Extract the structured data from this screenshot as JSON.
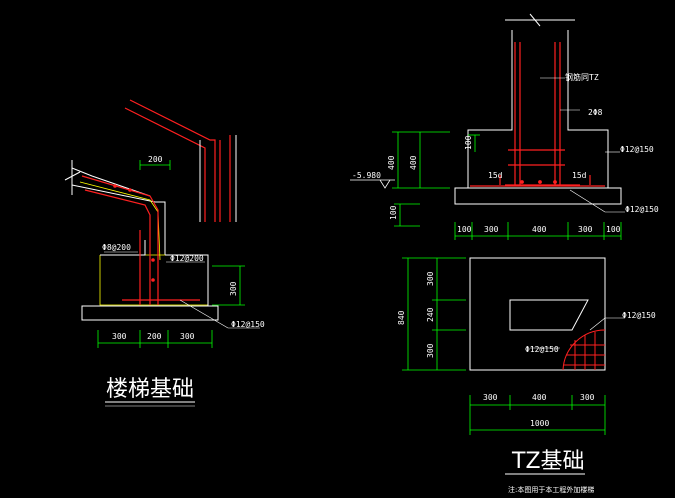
{
  "colors": {
    "background": "#000000",
    "outline": "#ffffff",
    "rebar": "#ff2020",
    "dimension": "#00ff00",
    "hatch": "#ffff00",
    "text": "#ffffff"
  },
  "left_detail": {
    "title": "楼梯基础",
    "dims": {
      "top_width": "200",
      "height_right": "300",
      "bottom_1": "300",
      "bottom_2": "200",
      "bottom_3": "300"
    },
    "labels": {
      "stirrup": "Φ8@200",
      "bar_top": "Φ12@200",
      "bar_bottom": "Φ12@150"
    }
  },
  "right_section": {
    "labels": {
      "column": "钢筋同TZ",
      "tie": "2Φ8",
      "bar_right": "Φ12@150",
      "bar_bottom": "Φ12@150",
      "anchor_left": "15d",
      "anchor_right": "15d",
      "elevation": "-5.980"
    },
    "dims": {
      "v_100a": "100",
      "v_400a": "400",
      "v_400b": "400",
      "v_100b": "100",
      "b1": "100",
      "b2": "300",
      "b3": "400",
      "b4": "300",
      "b5": "100"
    }
  },
  "plan": {
    "title": "TZ基础",
    "subtitle": "注:本图用于本工程外加楼梯",
    "labels": {
      "bar_a": "Φ12@150",
      "bar_b": "Φ12@150"
    },
    "dims": {
      "left_total": "840",
      "left_1": "300",
      "left_2": "240",
      "left_3": "300",
      "bottom_1": "300",
      "bottom_2": "400",
      "bottom_3": "300",
      "bottom_total": "1000"
    }
  }
}
